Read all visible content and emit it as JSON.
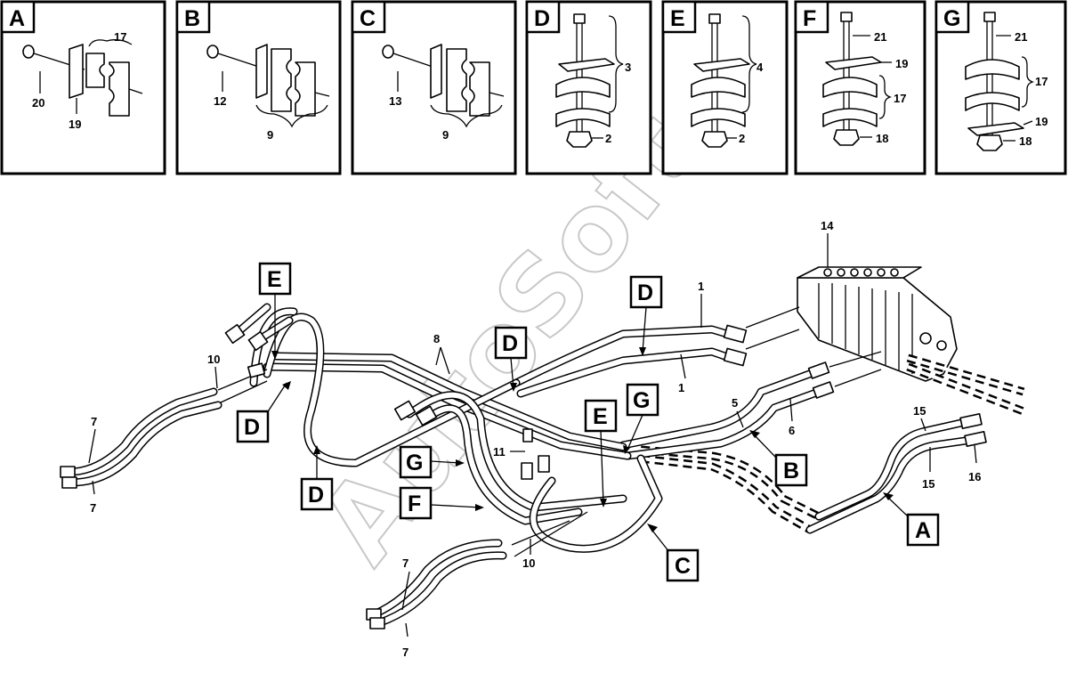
{
  "watermark": "AutoSoft",
  "details": [
    {
      "letter": "A",
      "numbers": [
        "17",
        "20",
        "19"
      ]
    },
    {
      "letter": "B",
      "numbers": [
        "12",
        "9"
      ]
    },
    {
      "letter": "C",
      "numbers": [
        "13",
        "9"
      ]
    },
    {
      "letter": "D",
      "numbers": [
        "3",
        "2"
      ]
    },
    {
      "letter": "E",
      "numbers": [
        "4",
        "2"
      ]
    },
    {
      "letter": "F",
      "numbers": [
        "21",
        "19",
        "17",
        "18"
      ]
    },
    {
      "letter": "G",
      "numbers": [
        "21",
        "17",
        "19",
        "18"
      ]
    }
  ],
  "main": {
    "callouts": {
      "e1": "E",
      "d1": "D",
      "d2": "D",
      "d3": "D",
      "d4": "D",
      "g1": "G",
      "g2": "G",
      "e2": "E",
      "f1": "F",
      "b1": "B",
      "a1": "A",
      "c1": "C"
    },
    "labels": {
      "n14": "14",
      "n1a": "1",
      "n1b": "1",
      "n8": "8",
      "n10a": "10",
      "n10b": "10",
      "n7a": "7",
      "n7b": "7",
      "n7c": "7",
      "n7d": "7",
      "n5": "5",
      "n6": "6",
      "n11": "11",
      "n15a": "15",
      "n15b": "15",
      "n16": "16"
    }
  }
}
